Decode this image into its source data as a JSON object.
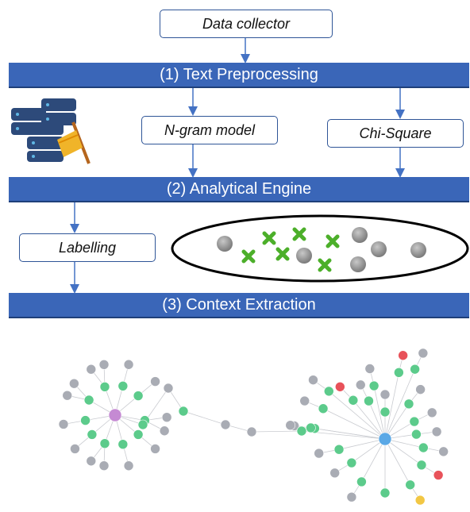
{
  "stages": {
    "collector": "Data collector",
    "stage1": "(1) Text Preprocessing",
    "ngram": "N-gram model",
    "chisquare": "Chi-Square",
    "stage2": "(2) Analytical Engine",
    "labelling": "Labelling",
    "stage3": "(3) Context Extraction"
  },
  "icons": {
    "database": "database-cleaning-icon",
    "scatter": "clustering-scatter"
  },
  "colors": {
    "bar": "#3a66b8",
    "arrow": "#4472c4",
    "box_border": "#2f5597",
    "cross": "#4caf2a",
    "dot": "#8e8e8e",
    "node_grey": "#a9acb4",
    "node_green": "#5ccb8b",
    "node_purple": "#c58ad3",
    "node_blue": "#5aa8e6",
    "node_red": "#e8525a",
    "node_yellow": "#f2c744"
  }
}
